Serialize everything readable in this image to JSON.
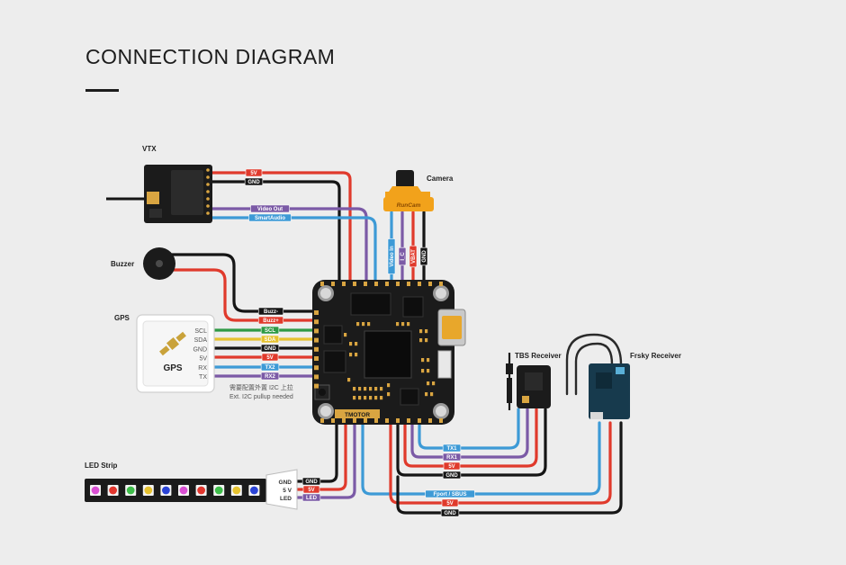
{
  "title": "CONNECTION DIAGRAM",
  "colors": {
    "red": "#e03a2c",
    "black": "#151515",
    "blue": "#3d9ad6",
    "purple": "#7b5aa6",
    "yellow": "#e6c22f",
    "green": "#2f9a45",
    "bg": "#ededed",
    "board": "#1b1b1b",
    "pad": "#d9a541"
  },
  "components": {
    "vtx": "VTX",
    "buzzer": "Buzzer",
    "gps": "GPS",
    "camera": "Camera",
    "tbs": "TBS Receiver",
    "frsky": "Frsky Receiver",
    "led_strip": "LED Strip",
    "camera_brand": "RunCam",
    "gps_logo_text": "GPS",
    "fc_logo": "TMOTOR"
  },
  "gps_pins": [
    "SCL",
    "SDA",
    "GND",
    "5V",
    "RX",
    "TX"
  ],
  "gps_note": [
    "需要配置外置 I2C 上拉",
    "Ext. I2C pullup needed"
  ],
  "led_pins": [
    "GND",
    "5 V",
    "LED"
  ],
  "led_colors": [
    "#d94fd3",
    "#e2362e",
    "#3ebd4a",
    "#e6c22f",
    "#2a43d6",
    "#d94fd3",
    "#e2362e",
    "#3ebd4a",
    "#e6c22f",
    "#2a43d6"
  ],
  "tags": {
    "vtx_5v": "5V",
    "vtx_gnd": "GND",
    "vtx_video": "Video Out",
    "vtx_smartaudio": "SmartAudio",
    "buzz_minus": "Buzz-",
    "buzz_plus": "Buzz+",
    "gps_scl": "SCL",
    "gps_sda": "SDA",
    "gps_gnd": "GND",
    "gps_5v": "5V",
    "gps_tx2": "TX2",
    "gps_rx2": "RX2",
    "cam_video": "Video In",
    "cam_ic": "I_C",
    "cam_vbat": "VBAT",
    "cam_gnd": "GND",
    "tbs_tx1": "TX1",
    "tbs_rx1": "RX1",
    "tbs_5v": "5V",
    "tbs_gnd": "GND",
    "frsky_sbus": "Fport / SBUS",
    "frsky_5v": "5V",
    "frsky_gnd": "GND",
    "led_gnd": "GND",
    "led_5v": "5V",
    "led_led": "LED"
  }
}
